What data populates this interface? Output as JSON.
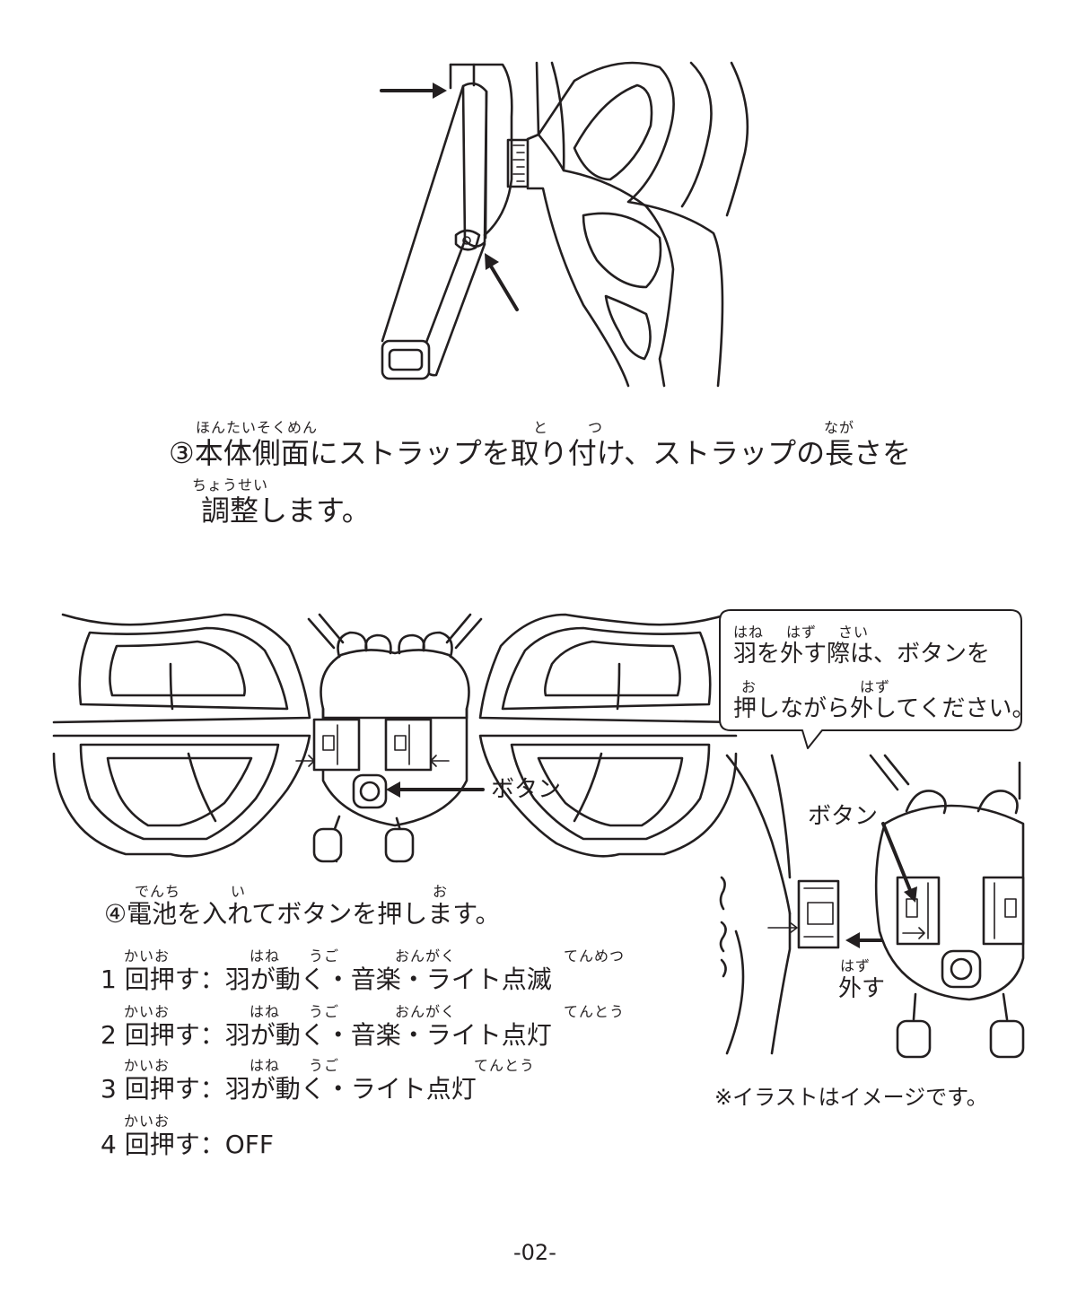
{
  "step3": {
    "ruby_hontaisokumen": "ほんたいそくめん",
    "ruby_to": "と",
    "ruby_tsu": "つ",
    "ruby_naga": "なが",
    "line1": "③本体側面にストラップを取り付け、ストラップの長さを",
    "ruby_chousei": "ちょうせい",
    "line2": "調整します。"
  },
  "diagram_labels": {
    "button": "ボタン",
    "button_right": "ボタン",
    "remove_ruby": "はず",
    "remove": "外す"
  },
  "callout": {
    "ruby_hane": "はね",
    "ruby_hazu": "はず",
    "ruby_sai": "さい",
    "line1": "羽を外す際は、ボタンを",
    "ruby_o": "お",
    "ruby_hazu2": "はず",
    "line2": "押しながら外してください。"
  },
  "step4": {
    "ruby_denchi": "でんち",
    "ruby_i": "い",
    "ruby_o": "お",
    "title": "④電池を入れてボタンを押します。",
    "items": [
      {
        "ruby_kaio": "かいお",
        "ruby_hane": "はね",
        "ruby_ugo": "うご",
        "ruby_ongaku": "おんがく",
        "ruby_end": "てんめつ",
        "text": "1 回押す：羽が動く・音楽・ライト点滅"
      },
      {
        "ruby_kaio": "かいお",
        "ruby_hane": "はね",
        "ruby_ugo": "うご",
        "ruby_ongaku": "おんがく",
        "ruby_end": "てんとう",
        "text": "2 回押す：羽が動く・音楽・ライト点灯"
      },
      {
        "ruby_kaio": "かいお",
        "ruby_hane": "はね",
        "ruby_ugo": "うご",
        "ruby_end": "てんとう",
        "text": "3 回押す：羽が動く・ライト点灯"
      },
      {
        "ruby_kaio": "かいお",
        "text": "4 回押す：OFF"
      }
    ]
  },
  "note": "※イラストはイメージです。",
  "page_number": "-02-"
}
